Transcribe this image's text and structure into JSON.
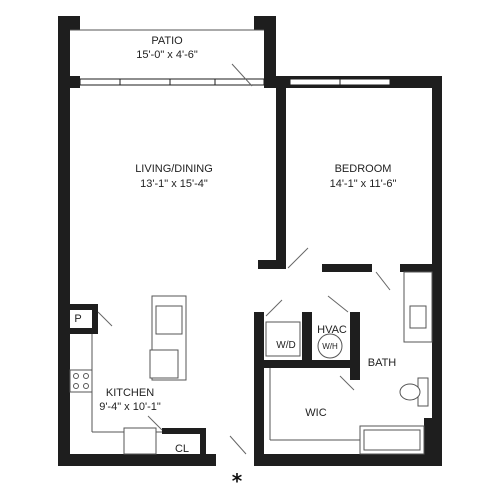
{
  "rooms": {
    "patio": {
      "name": "PATIO",
      "dims": "15'-0\" x 4'-6\""
    },
    "living": {
      "name": "LIVING/DINING",
      "dims": "13'-1\" x 15'-4\""
    },
    "bedroom": {
      "name": "BEDROOM",
      "dims": "14'-1\" x 11'-6\""
    },
    "kitchen": {
      "name": "KITCHEN",
      "dims": "9'-4\" x 10'-1\""
    },
    "bath": {
      "name": "BATH"
    },
    "hvac": {
      "name": "HVAC"
    },
    "wic": {
      "name": "WIC"
    },
    "pantry": {
      "name": "P"
    },
    "closet": {
      "name": "CL"
    },
    "washer_dryer": {
      "name": "W/D"
    },
    "water_heater": {
      "name": "W/H"
    }
  },
  "entry_marker": "*",
  "colors": {
    "wall": "#1e1e1e",
    "line": "#555555",
    "background": "#ffffff"
  }
}
